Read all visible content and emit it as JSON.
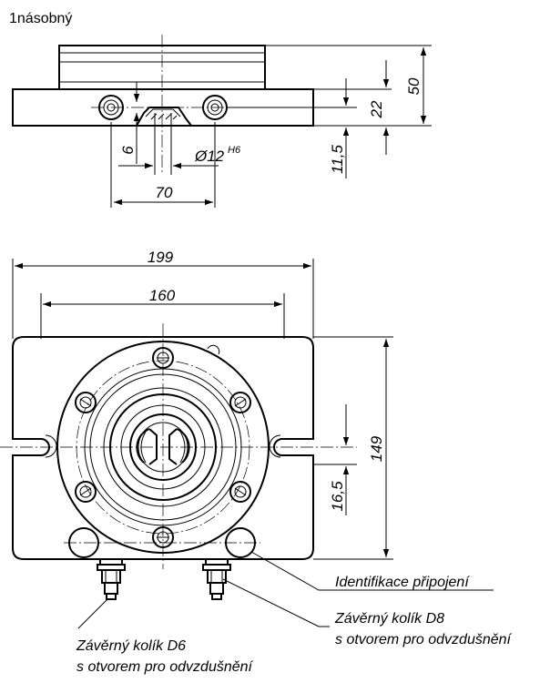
{
  "title": "1násobný",
  "dimensions": {
    "height_total": "50",
    "height_flange": "22",
    "height_pin": "11,5",
    "pin_offset": "6",
    "bore": "Ø12",
    "bore_tolerance": "H6",
    "pin_spacing": "70",
    "width_total": "199",
    "width_slots": "160",
    "depth_total": "149",
    "slot_offset": "16,5"
  },
  "callouts": {
    "connection_id": "Identifikace připojení",
    "pin_d8_line1": "Závěrný kolík D8",
    "pin_d8_line2": "s otvorem pro odvzdušnění",
    "pin_d6_line1": "Závěrný kolík D6",
    "pin_d6_line2": "s otvorem pro odvzdušnění"
  }
}
